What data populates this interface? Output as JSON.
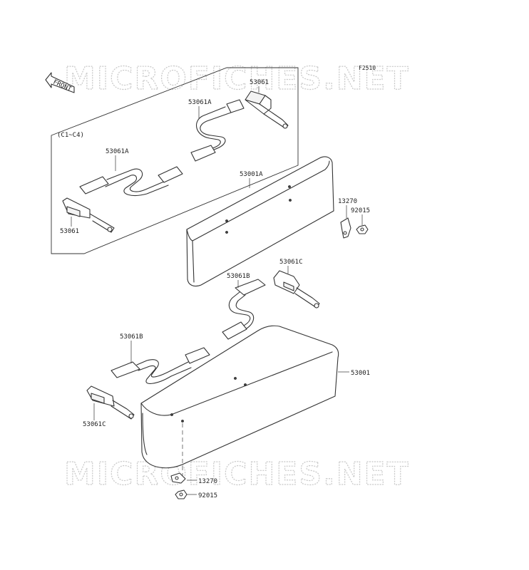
{
  "diagram": {
    "figure_code": "F2510",
    "front_label": "FRONT",
    "variant_note": "(C1~C4)",
    "watermark": "MICROFICHES.NET",
    "callouts": {
      "box_buckle_upper": "53061",
      "box_belt_upper": "53061A",
      "box_belt_lower": "53061A",
      "box_buckle_lower": "53061",
      "backrest": "53001A",
      "bracket_upper": "13270",
      "nut_upper": "92015",
      "buckle_c_upper": "53061C",
      "belt_b_upper": "53061B",
      "belt_b_lower": "53061B",
      "seat": "53001",
      "buckle_c_lower": "53061C",
      "bracket_lower": "13270",
      "nut_lower": "92015"
    }
  }
}
